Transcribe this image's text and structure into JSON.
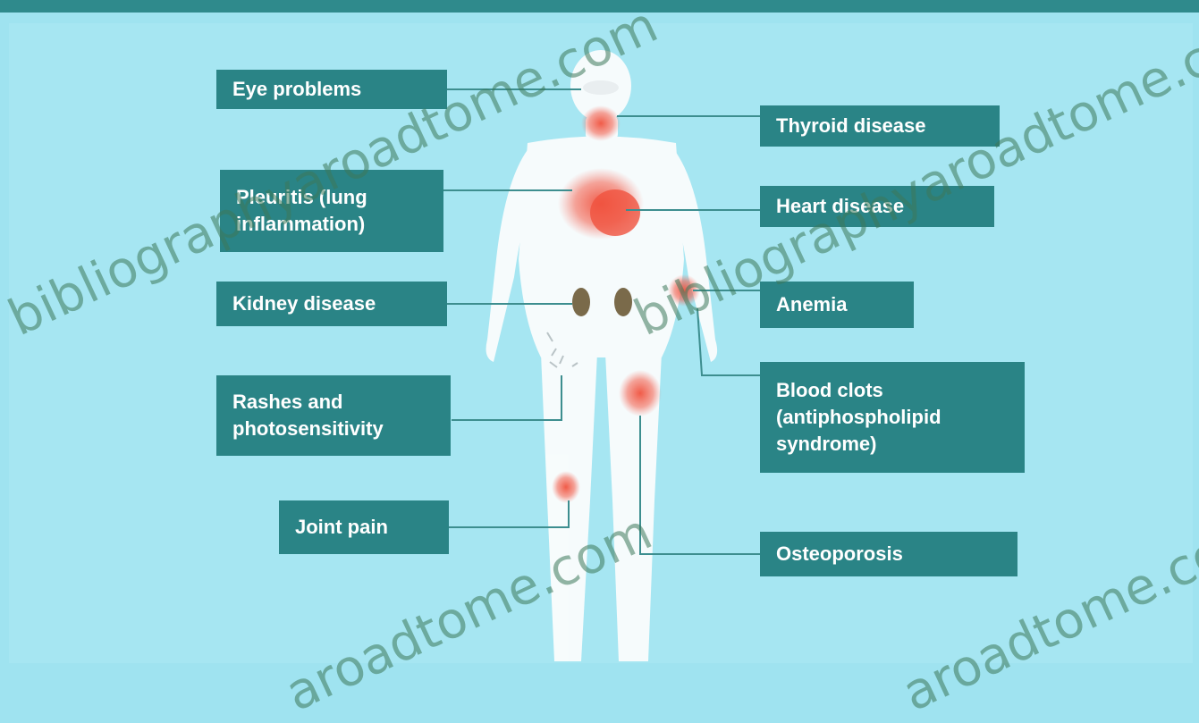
{
  "labels": {
    "eye": "Eye problems",
    "thyroid": "Thyroid disease",
    "pleuritis": "Pleuritis (lung\ninflammation)",
    "heart": "Heart disease",
    "kidney": "Kidney disease",
    "anemia": "Anemia",
    "rashes": "Rashes and\nphotosensitivity",
    "blood_clots": "Blood clots\n(antiphospholipid\nsyndrome)",
    "joint": "Joint pain",
    "osteoporosis": "Osteoporosis"
  },
  "watermarks": [
    "bibliographyaroadtome.com",
    "bibliographyaroadtome.com",
    "aroadtome.com",
    "aroadtome.com"
  ],
  "colors": {
    "label_bg": "#2a8486",
    "background": "#a6e6f2",
    "body": "#ffffff",
    "inflammation": "#f0533f"
  }
}
